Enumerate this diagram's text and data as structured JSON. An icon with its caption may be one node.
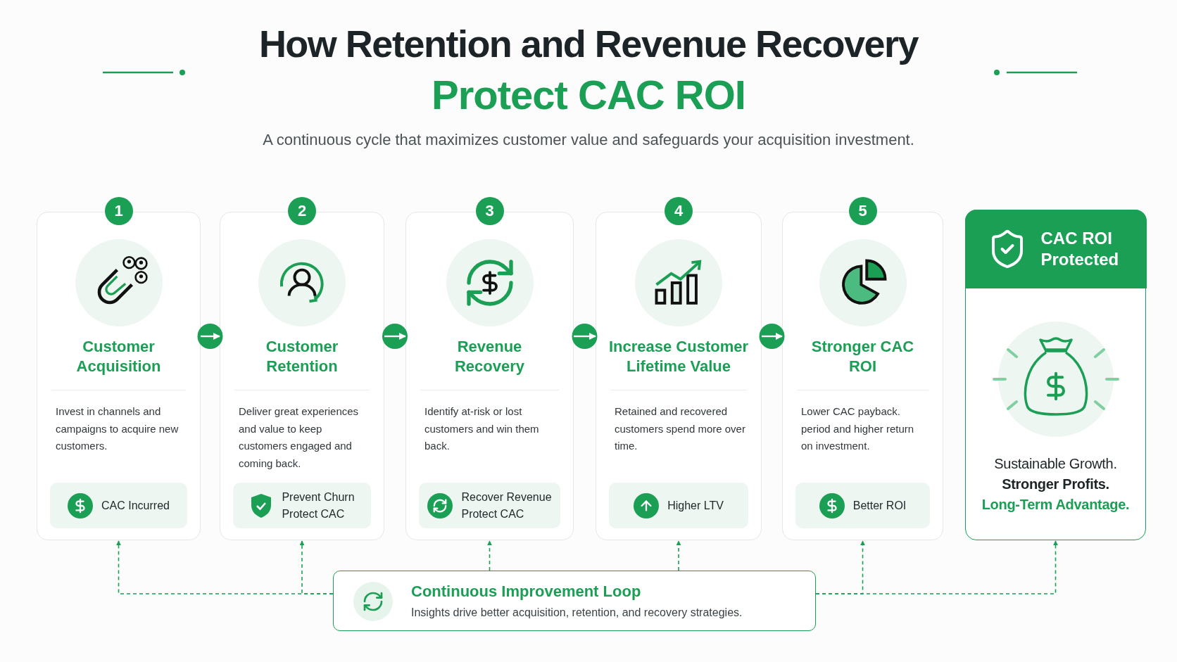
{
  "diagram": {
    "title": "How Retention and Revenue Recovery",
    "nodes": [
      {
        "text": [
          "1",
          "Customer Acquisition",
          "Invest in channels and campaigns to acquire new customers."
        ]
      },
      {
        "text": [
          "CAC Incurred"
        ],
        "in": 0
      },
      {
        "text": [
          "2",
          "Customer Retention",
          "Deliver great experiences and value to keep customers engaged and coming back."
        ]
      },
      {
        "text": [
          "Prevent Churn",
          "Protect CAC"
        ],
        "in": 2
      },
      {
        "text": [
          "3",
          "Revenue Recovery",
          "Identify at-risk or lost customers and win them back."
        ]
      },
      {
        "text": [
          "Recover Revenue",
          "Protect CAC"
        ],
        "in": 4
      },
      {
        "text": [
          "4",
          "Increase Customer Lifetime Value",
          "Retained and recovered customers spend more over time."
        ]
      },
      {
        "text": [
          "Higher LTV"
        ],
        "in": 6
      },
      {
        "text": [
          "5",
          "Stronger CAC ROI",
          "Lower CAC payback. period and higher return on investment."
        ]
      },
      {
        "text": [
          "Better ROI"
        ],
        "in": 8
      },
      {
        "text": [
          "CAC ROI Protected",
          "Sustainable Growth.",
          "Stronger Profits.",
          "Long-Term Advantage."
        ]
      },
      {
        "text": [
          "Continuous Improvement Loop",
          "Insights drive better acquisition, retention, and recovery strategies."
        ]
      }
    ],
    "edges": [
      {
        "from": 0,
        "to": 2,
        "arrow": "to",
        "color": "#ffffff"
      },
      {
        "from": 2,
        "to": 4,
        "arrow": "to",
        "color": "#ffffff"
      },
      {
        "from": 4,
        "to": 6,
        "arrow": "to",
        "color": "#ffffff"
      },
      {
        "from": 6,
        "to": 8,
        "arrow": "to",
        "color": "#ffffff"
      },
      {
        "from": 11,
        "to": 0,
        "arrow": "to",
        "style": "dashed"
      },
      {
        "from": 11,
        "to": 2,
        "arrow": "to",
        "style": "dashed"
      },
      {
        "from": 11,
        "to": 4,
        "arrow": "to",
        "style": "dashed"
      },
      {
        "from": 11,
        "to": 6,
        "arrow": "to",
        "style": "dashed"
      },
      {
        "from": 11,
        "to": 8,
        "arrow": "to",
        "style": "dashed"
      },
      {
        "from": 11,
        "to": 10,
        "arrow": "to",
        "style": "dashed"
      }
    ],
    "labels": [
      "Protect CAC ROI",
      "A continuous cycle that maximizes customer value and safeguards your acquisition investment."
    ]
  }
}
